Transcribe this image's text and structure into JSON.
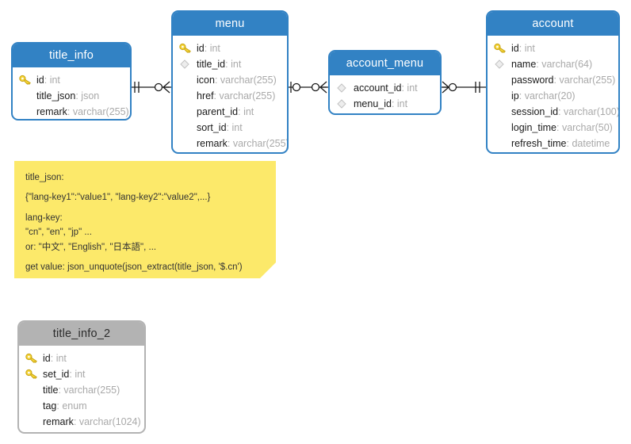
{
  "diagram": {
    "title": "ER diagram",
    "colors": {
      "header_blue": "#3282c4",
      "header_gray": "#b3b3b3",
      "note_yellow": "#fce96a",
      "field_name": "#1a1a1a",
      "field_type": "#a9a9a9",
      "connector": "#1a1a1a"
    }
  },
  "entities": [
    {
      "name": "title_info",
      "style": "blue",
      "fields": [
        {
          "icon": "key-icon",
          "name": "id",
          "type": "int"
        },
        {
          "icon": "none",
          "name": "title_json",
          "type": "json"
        },
        {
          "icon": "none",
          "name": "remark",
          "type": "varchar(255)"
        }
      ]
    },
    {
      "name": "menu",
      "style": "blue",
      "fields": [
        {
          "icon": "key-icon",
          "name": "id",
          "type": "int"
        },
        {
          "icon": "diamond-icon",
          "name": "title_id",
          "type": "int"
        },
        {
          "icon": "none",
          "name": "icon",
          "type": "varchar(255)"
        },
        {
          "icon": "none",
          "name": "href",
          "type": "varchar(255)"
        },
        {
          "icon": "none",
          "name": "parent_id",
          "type": "int"
        },
        {
          "icon": "none",
          "name": "sort_id",
          "type": "int"
        },
        {
          "icon": "none",
          "name": "remark",
          "type": "varchar(255)"
        }
      ]
    },
    {
      "name": "account_menu",
      "style": "blue",
      "fields": [
        {
          "icon": "diamond-icon",
          "name": "account_id",
          "type": "int"
        },
        {
          "icon": "diamond-icon",
          "name": "menu_id",
          "type": "int"
        }
      ]
    },
    {
      "name": "account",
      "style": "blue",
      "fields": [
        {
          "icon": "key-icon",
          "name": "id",
          "type": "int"
        },
        {
          "icon": "diamond-icon",
          "name": "name",
          "type": "varchar(64)"
        },
        {
          "icon": "none",
          "name": "password",
          "type": "varchar(255)"
        },
        {
          "icon": "none",
          "name": "ip",
          "type": "varchar(20)"
        },
        {
          "icon": "none",
          "name": "session_id",
          "type": "varchar(100)"
        },
        {
          "icon": "none",
          "name": "login_time",
          "type": "varchar(50)"
        },
        {
          "icon": "none",
          "name": "refresh_time",
          "type": "datetime"
        }
      ]
    },
    {
      "name": "title_info_2",
      "style": "gray",
      "fields": [
        {
          "icon": "key-icon",
          "name": "id",
          "type": "int"
        },
        {
          "icon": "key-icon",
          "name": "set_id",
          "type": "int"
        },
        {
          "icon": "none",
          "name": "title",
          "type": "varchar(255)"
        },
        {
          "icon": "none",
          "name": "tag",
          "type": "enum"
        },
        {
          "icon": "none",
          "name": "remark",
          "type": "varchar(1024)"
        }
      ]
    }
  ],
  "relationships": [
    {
      "from": "title_info",
      "to": "menu",
      "from_cardinality": "one-and-only-one",
      "to_cardinality": "zero-or-many"
    },
    {
      "from": "menu",
      "to": "account_menu",
      "from_cardinality": "zero-or-one",
      "to_cardinality": "zero-or-many"
    },
    {
      "from": "account_menu",
      "to": "account",
      "from_cardinality": "zero-or-many",
      "to_cardinality": "one-and-only-one"
    }
  ],
  "note": {
    "lines": [
      "title_json:",
      "{\"lang-key1\":\"value1\", \"lang-key2\":\"value2\",...}",
      "lang-key:",
      "\"cn\", \"en\", \"jp\" ...",
      "or: \"中文\", \"English\", \"日本語\", ...",
      "get value: json_unquote(json_extract(title_json, '$.cn')"
    ]
  }
}
